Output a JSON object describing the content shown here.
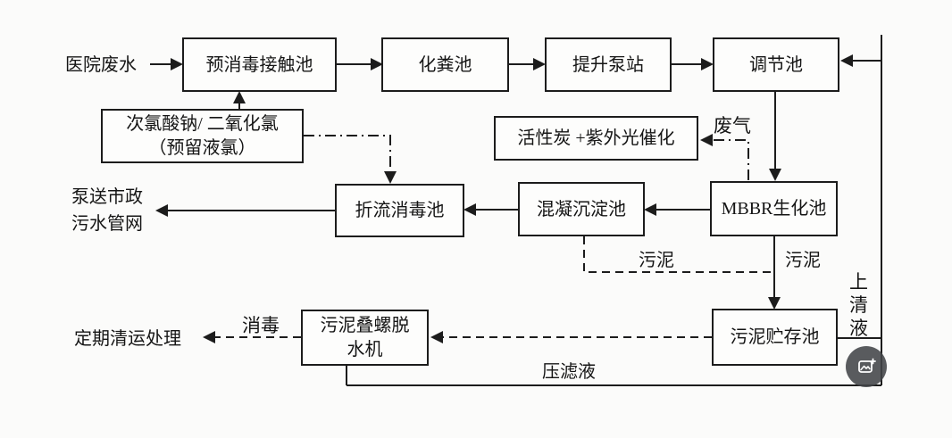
{
  "colors": {
    "background": "#fbfbfa",
    "line": "#1c1c1c",
    "box_background": "#fdfdfc",
    "overlay_button": "#424448"
  },
  "nodes": {
    "pre_disinfection_tank": "预消毒接触池",
    "septic_tank": "化粪池",
    "lift_pump_station": "提升泵站",
    "regulation_tank": "调节池",
    "dosing_line1": "次氯酸钠/ 二氧化氯",
    "dosing_line2": "（预留液氯）",
    "activated_carbon_uv": "活性炭 +紫外光催化",
    "baffled_disinfection_tank": "折流消毒池",
    "coagulation_sedimentation_tank": "混凝沉淀池",
    "mbbr_tank": "MBBR生化池",
    "sludge_storage_tank": "污泥贮存池",
    "sludge_dewatering_line1": "污泥叠螺脱",
    "sludge_dewatering_line2": "水机"
  },
  "labels": {
    "hospital_wastewater": "医院废水",
    "municipal_line1": "泵送市政",
    "municipal_line2": "污水管网",
    "waste_gas": "废气",
    "sludge_to_line": "污泥",
    "sludge_down": "污泥",
    "supernatant": "上清液",
    "disinfection": "消毒",
    "regular_disposal": "定期清运处理",
    "filter_press_liquid": "压滤液"
  },
  "overlay": {
    "save_image_button": "image-plus-icon"
  }
}
